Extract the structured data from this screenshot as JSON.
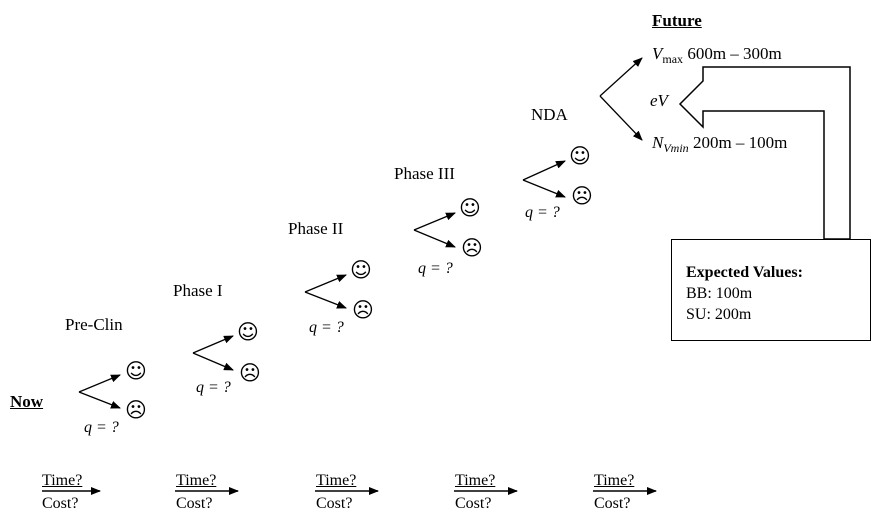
{
  "now_label": "Now",
  "future_label": "Future",
  "q_label": "q = ?",
  "stages": [
    {
      "name": "Pre-Clin"
    },
    {
      "name": "Phase I"
    },
    {
      "name": "Phase II"
    },
    {
      "name": "Phase III"
    },
    {
      "name": "NDA"
    }
  ],
  "outcomes": {
    "success": "☺",
    "failure": "☹"
  },
  "time_cost": [
    {
      "time": "Time?",
      "cost": "Cost?"
    },
    {
      "time": "Time?",
      "cost": "Cost?"
    },
    {
      "time": "Time?",
      "cost": "Cost?"
    },
    {
      "time": "Time?",
      "cost": "Cost?"
    },
    {
      "time": "Time?",
      "cost": "Cost?"
    }
  ],
  "future": {
    "vmax_symbol": "V",
    "vmax_sub": "max",
    "vmax_range": "600m – 300m",
    "ev_label": "eV",
    "nvmin_symbol": "N",
    "nvmin_sub": "Vmin",
    "nvmin_range": "200m – 100m"
  },
  "expected_values": {
    "title": "Expected Values:",
    "bb": "BB: 100m",
    "su": "SU: 200m"
  }
}
